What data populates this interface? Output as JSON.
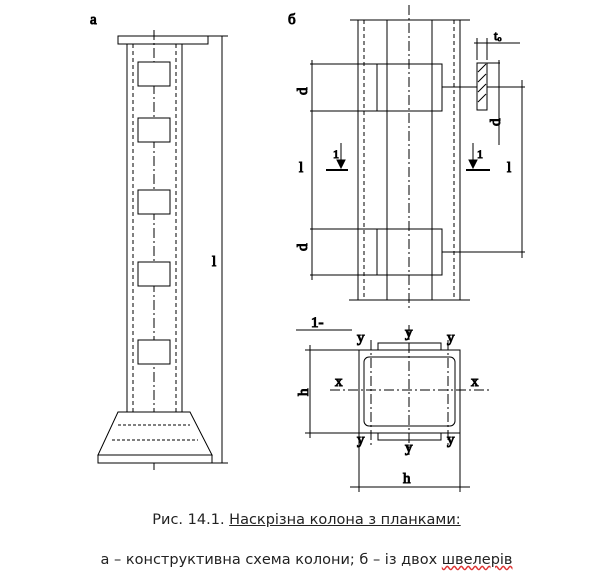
{
  "labels": {
    "a": "а",
    "b": "б",
    "l": "l",
    "d": "d",
    "t": "tₒ",
    "section": "1",
    "section_title": "1-",
    "h": "h",
    "x": "x",
    "y": "y"
  },
  "caption": {
    "prefix": "Рис. 14.1. ",
    "title": "Наскрізна колона з планками:",
    "line2_a": "а – конструктивна схема колони; б – із двох ",
    "line2_b": "швелерів"
  }
}
